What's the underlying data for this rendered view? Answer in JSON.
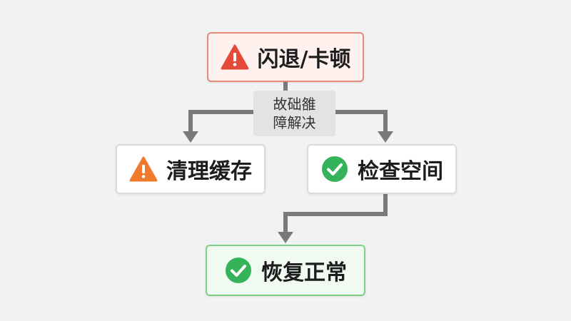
{
  "nodes": {
    "top": {
      "label": "闪退/卡顿",
      "icon": "warning-icon",
      "color": "#e5493a"
    },
    "left": {
      "label": "清理缓存",
      "icon": "warning-icon",
      "color": "#f07a2c"
    },
    "right": {
      "label": "检查空间",
      "icon": "check-circle-icon",
      "color": "#34b35a"
    },
    "bottom": {
      "label": "恢复正常",
      "icon": "check-circle-icon",
      "color": "#34b35a"
    }
  },
  "branch_label": {
    "line1": "故础雒",
    "line2": "障解决"
  },
  "colors": {
    "connector": "#7a7a7a",
    "background": "#f1f2f4"
  }
}
